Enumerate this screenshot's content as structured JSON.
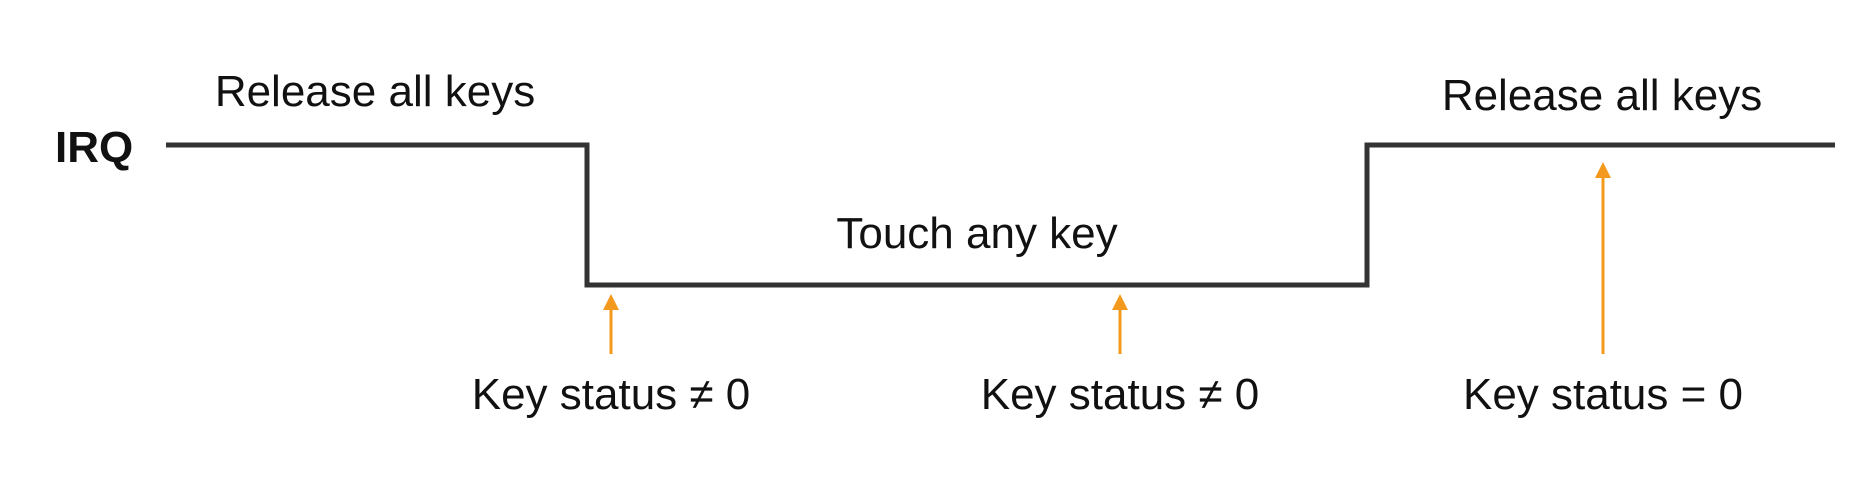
{
  "signal": {
    "name": "IRQ"
  },
  "phases": [
    {
      "label": "Release all keys"
    },
    {
      "label": "Touch any key"
    },
    {
      "label": "Release all keys"
    }
  ],
  "markers": [
    {
      "label": "Key status ≠ 0"
    },
    {
      "label": "Key status ≠ 0"
    },
    {
      "label": "Key status = 0"
    }
  ],
  "colors": {
    "waveform": "#333333",
    "arrow": "#F39A1E",
    "text": "#111111"
  }
}
